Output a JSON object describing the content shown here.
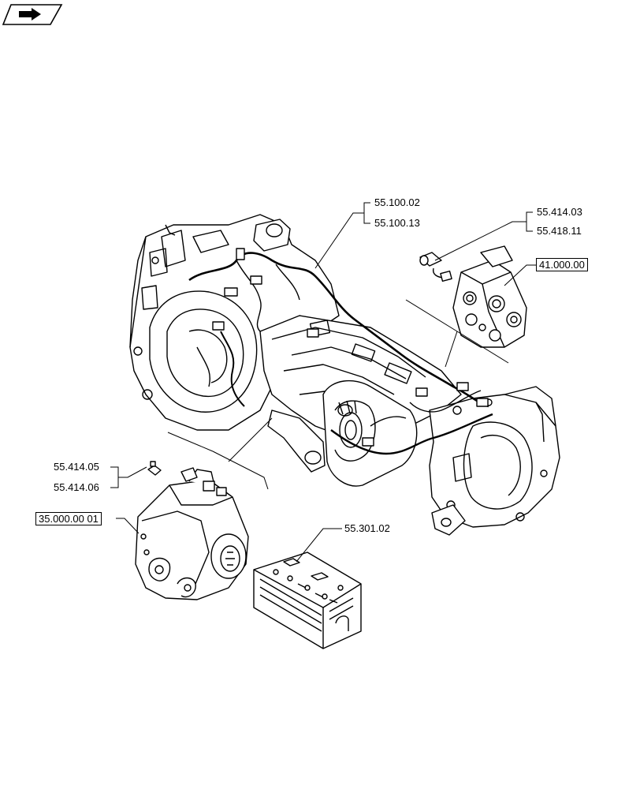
{
  "nav_icon": "arrow-right-icon",
  "labels": {
    "c1": "55.100.02",
    "c2": "55.100.13",
    "c3": "55.414.03",
    "c4": "55.418.11",
    "c5": "41.000.00",
    "c6": "55.414.05",
    "c7": "55.414.06",
    "c8": "35.000.00 01",
    "c9": "55.301.02"
  }
}
